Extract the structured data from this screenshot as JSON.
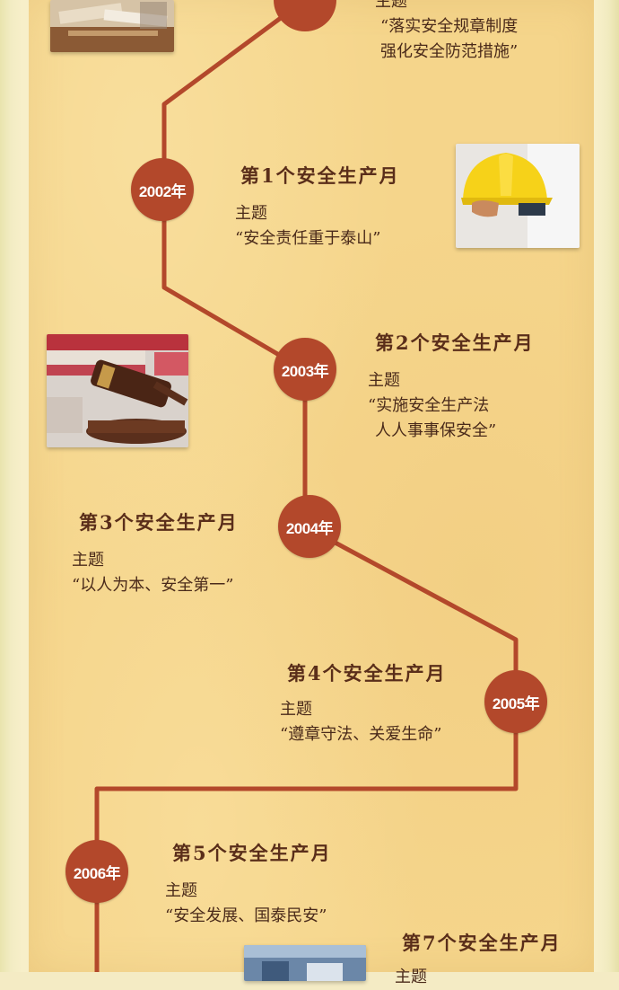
{
  "items": [
    {
      "year": "",
      "title": "",
      "subject": "主题",
      "lines": [
        "“落实安全规章制度",
        "强化安全防范措施”"
      ]
    },
    {
      "year": "2002年",
      "title": "第1个安全生产月",
      "subject": "主题",
      "lines": [
        "“安全责任重于泰山”"
      ]
    },
    {
      "year": "2003年",
      "title": "第2个安全生产月",
      "subject": "主题",
      "lines": [
        "“实施安全生产法",
        "人人事事保安全”"
      ]
    },
    {
      "year": "2004年",
      "title": "第3个安全生产月",
      "subject": "主题",
      "lines": [
        "“以人为本、安全第一”"
      ]
    },
    {
      "year": "2005年",
      "title": "第4个安全生产月",
      "subject": "主题",
      "lines": [
        "“遵章守法、关爱生命”"
      ]
    },
    {
      "year": "2006年",
      "title": "第5个安全生产月",
      "subject": "主题",
      "lines": [
        "“安全发展、国泰民安”"
      ]
    },
    {
      "year": "",
      "title": "第7个安全生产月",
      "subject": "主题",
      "lines": []
    }
  ],
  "colors": {
    "accent": "#b3482b",
    "paper": "#f5d58b",
    "highlight": "#eaa56a",
    "text": "#4a2a1a"
  },
  "icons": [
    "books-photo",
    "hard-hat-photo",
    "gavel-photo",
    "meeting-photo"
  ]
}
